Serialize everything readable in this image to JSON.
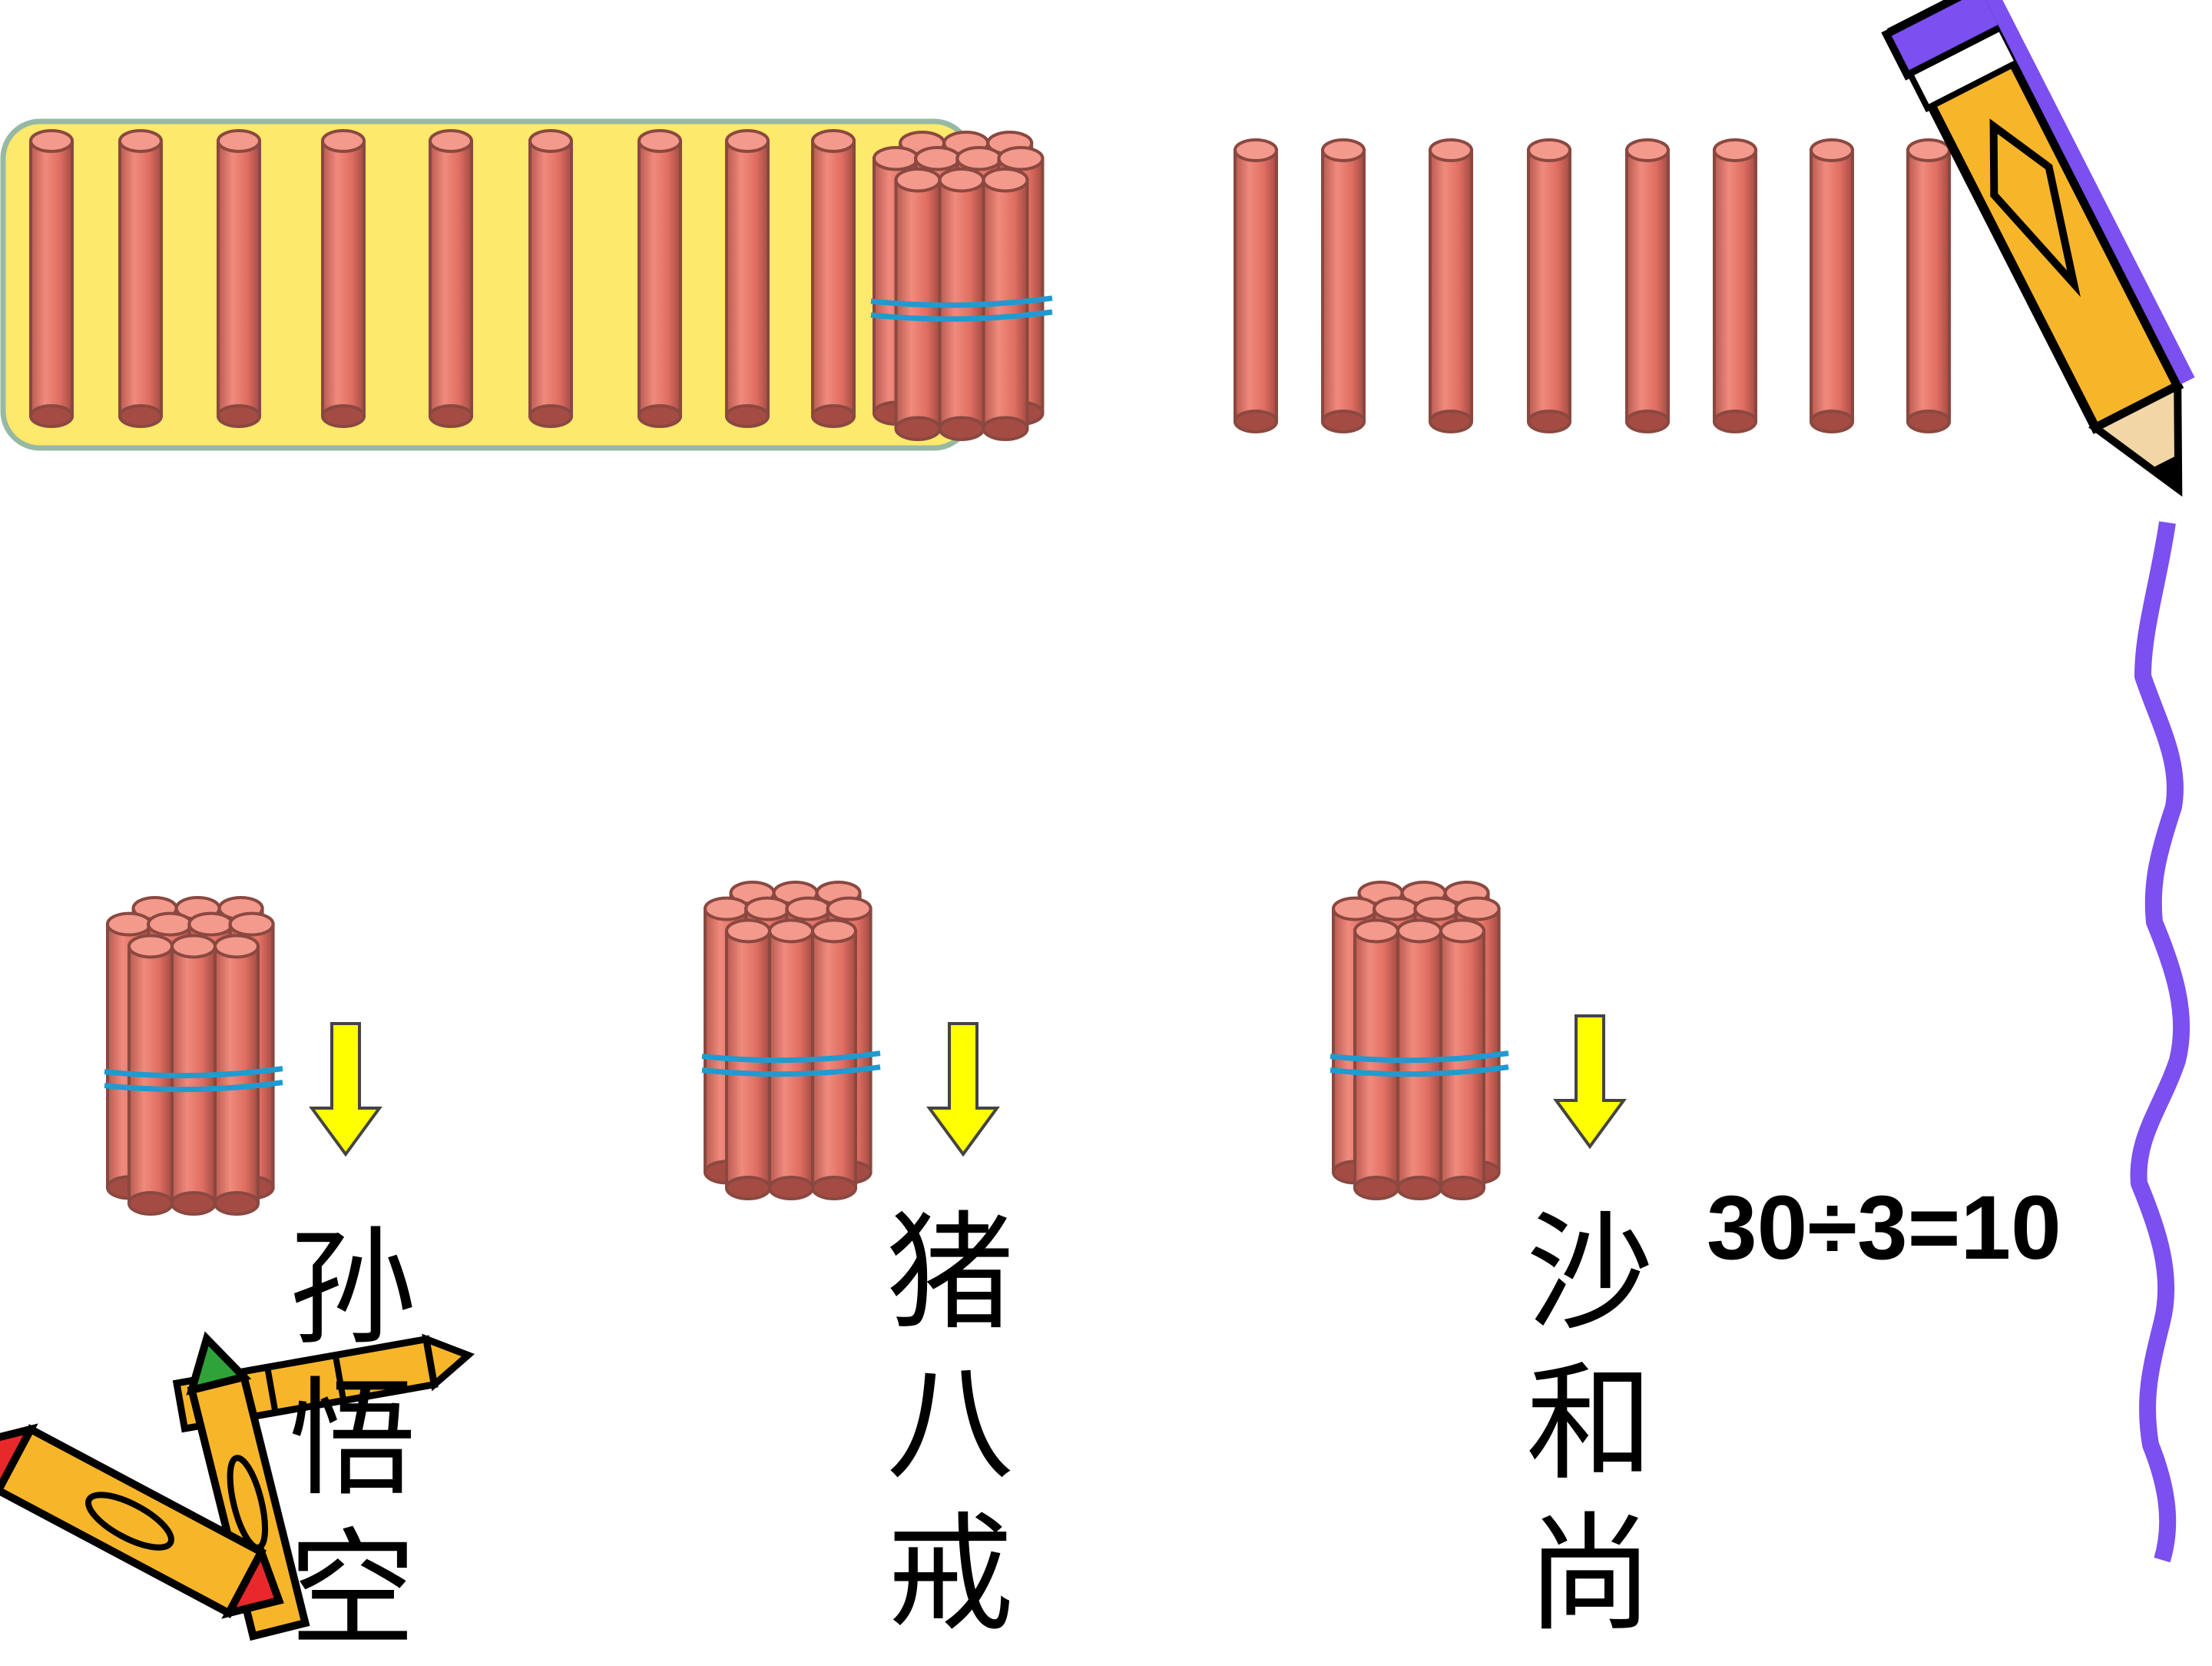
{
  "colors": {
    "stick_fill": "#e8766a",
    "stick_outline": "#8a4840",
    "band": "#1f9bd1",
    "highlight_box": "#fde96c",
    "highlight_border": "#97b9a4",
    "arrow": "#ffff00",
    "purple": "#7b4ff0",
    "pencil_body": "#f7b52a"
  },
  "icons": [
    "pencil-icon",
    "crayon-icon",
    "down-arrow-icon"
  ],
  "top_row": {
    "highlighted_loose_sticks": 9,
    "bundle_count": 1,
    "loose_sticks_right": 8
  },
  "groups": [
    {
      "name": [
        "孙",
        "悟",
        "空"
      ]
    },
    {
      "name": [
        "猪",
        "八",
        "戒"
      ]
    },
    {
      "name": [
        "沙",
        "和",
        "尚"
      ]
    }
  ],
  "equation": "30÷3=10"
}
